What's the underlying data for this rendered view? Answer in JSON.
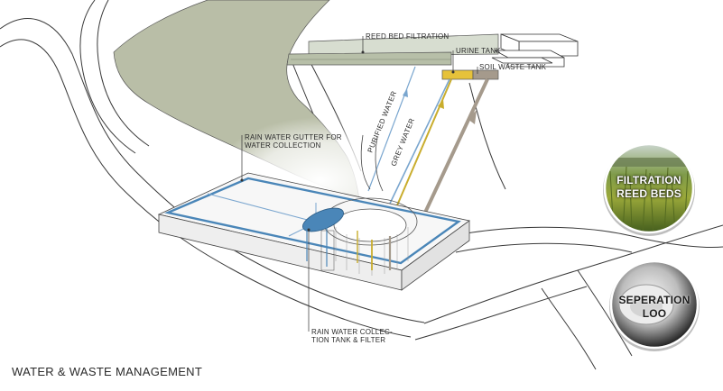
{
  "title": "WATER & WASTE MANAGEMENT",
  "labels": {
    "reed_bed_filtration": "REED BED FILTRATION",
    "urine_tank": "URINE TANK",
    "soil_waste_tank": "SOIL WASTE TANK",
    "gutter_line1": "RAIN WATER GUTTER FOR",
    "gutter_line2": "WATER COLLECTION",
    "collection_line1": "RAIN WATER COLLEC-",
    "collection_line2": "TION TANK & FILTER"
  },
  "flows": {
    "purified_water": "PURIFIED WATER",
    "grey_water": "GREY WATER"
  },
  "badges": {
    "filtration_line1": "FILTRATION",
    "filtration_line2": "REED BEDS",
    "loo_line1": "SEPERATION",
    "loo_line2": "LOO"
  },
  "colors": {
    "field": "#b9bea7",
    "roof_outline": "#4a86b8",
    "purified": "#7aa6cf",
    "grey_water": "#c9ad2d",
    "soil": "#a59a8c",
    "urine": "#e6c23a"
  }
}
